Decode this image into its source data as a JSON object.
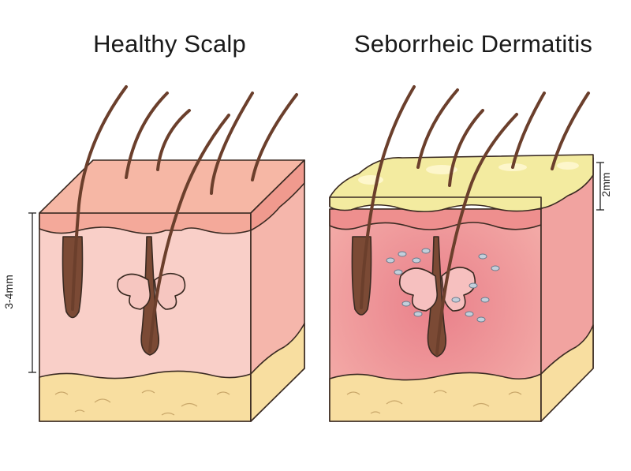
{
  "titles": {
    "left": "Healthy Scalp",
    "right": "Seborrheic Dermatitis"
  },
  "dimensions": {
    "left": "3-4mm",
    "right": "2mm"
  },
  "colors": {
    "outline": "#3a2a22",
    "epidermis_healthy": "#f4a99a",
    "dermis_healthy": "#f9cfc8",
    "dermis_inflamed": "#f3a5a3",
    "fat": "#f8dea0",
    "scale": "#f3eba0",
    "hair": "#7b4a35",
    "yeast": "#b9c7d4"
  }
}
